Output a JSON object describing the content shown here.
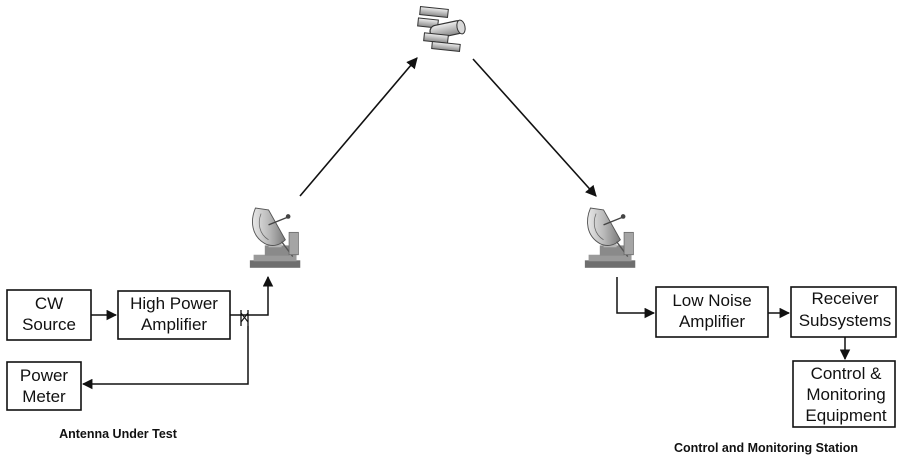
{
  "blocks": {
    "cw_source": {
      "line1": "CW",
      "line2": "Source"
    },
    "high_power_amplifier": {
      "line1": "High Power",
      "line2": "Amplifier"
    },
    "power_meter": {
      "line1": "Power",
      "line2": "Meter"
    },
    "low_noise_amplifier": {
      "line1": "Low Noise",
      "line2": "Amplifier"
    },
    "receiver_subsystems": {
      "line1": "Receiver",
      "line2": "Subsystems"
    },
    "control_monitoring_equipment": {
      "line1": "Control &",
      "line2": "Monitoring",
      "line3": "Equipment"
    }
  },
  "captions": {
    "antenna_under_test": "Antenna Under Test",
    "control_station": "Control and Monitoring Station"
  },
  "icons": {
    "satellite": "satellite-icon",
    "left_antenna": "dish-antenna-icon",
    "right_antenna": "dish-antenna-icon",
    "coupler": "directional-coupler-icon"
  }
}
